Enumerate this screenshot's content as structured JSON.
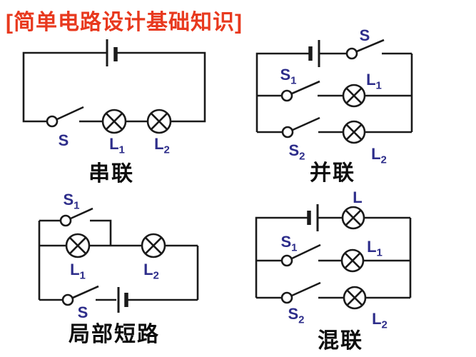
{
  "title": "[简单电路设计基础知识]",
  "colors": {
    "title": "#e8391e",
    "label": "#2d2d8a",
    "wire": "#1a1a1a",
    "caption": "#0d0d0d",
    "background": "#ffffff"
  },
  "circuits": {
    "series": {
      "caption": "串联",
      "components": [
        "battery",
        "switch",
        "lamp",
        "lamp"
      ],
      "labels": {
        "s": {
          "base": "S",
          "sub": ""
        },
        "l1": {
          "base": "L",
          "sub": "1"
        },
        "l2": {
          "base": "L",
          "sub": "2"
        }
      }
    },
    "parallel": {
      "caption": "并联",
      "components": [
        "battery",
        "switch",
        "switch",
        "lamp",
        "switch",
        "lamp"
      ],
      "labels": {
        "s": {
          "base": "S",
          "sub": ""
        },
        "s1": {
          "base": "S",
          "sub": "1"
        },
        "l1": {
          "base": "L",
          "sub": "1"
        },
        "s2": {
          "base": "S",
          "sub": "2"
        },
        "l2": {
          "base": "L",
          "sub": "2"
        }
      }
    },
    "partial_short": {
      "caption": "局部短路",
      "components": [
        "switch",
        "lamp",
        "lamp",
        "switch",
        "battery"
      ],
      "labels": {
        "s1": {
          "base": "S",
          "sub": "1"
        },
        "l1": {
          "base": "L",
          "sub": "1"
        },
        "l2": {
          "base": "L",
          "sub": "2"
        },
        "s": {
          "base": "S",
          "sub": ""
        }
      }
    },
    "mixed": {
      "caption": "混联",
      "components": [
        "battery",
        "lamp",
        "switch",
        "lamp",
        "switch",
        "lamp"
      ],
      "labels": {
        "l": {
          "base": "L",
          "sub": ""
        },
        "s1": {
          "base": "S",
          "sub": "1"
        },
        "l1": {
          "base": "L",
          "sub": "1"
        },
        "s2": {
          "base": "S",
          "sub": "2"
        },
        "l2": {
          "base": "L",
          "sub": "2"
        }
      }
    }
  }
}
